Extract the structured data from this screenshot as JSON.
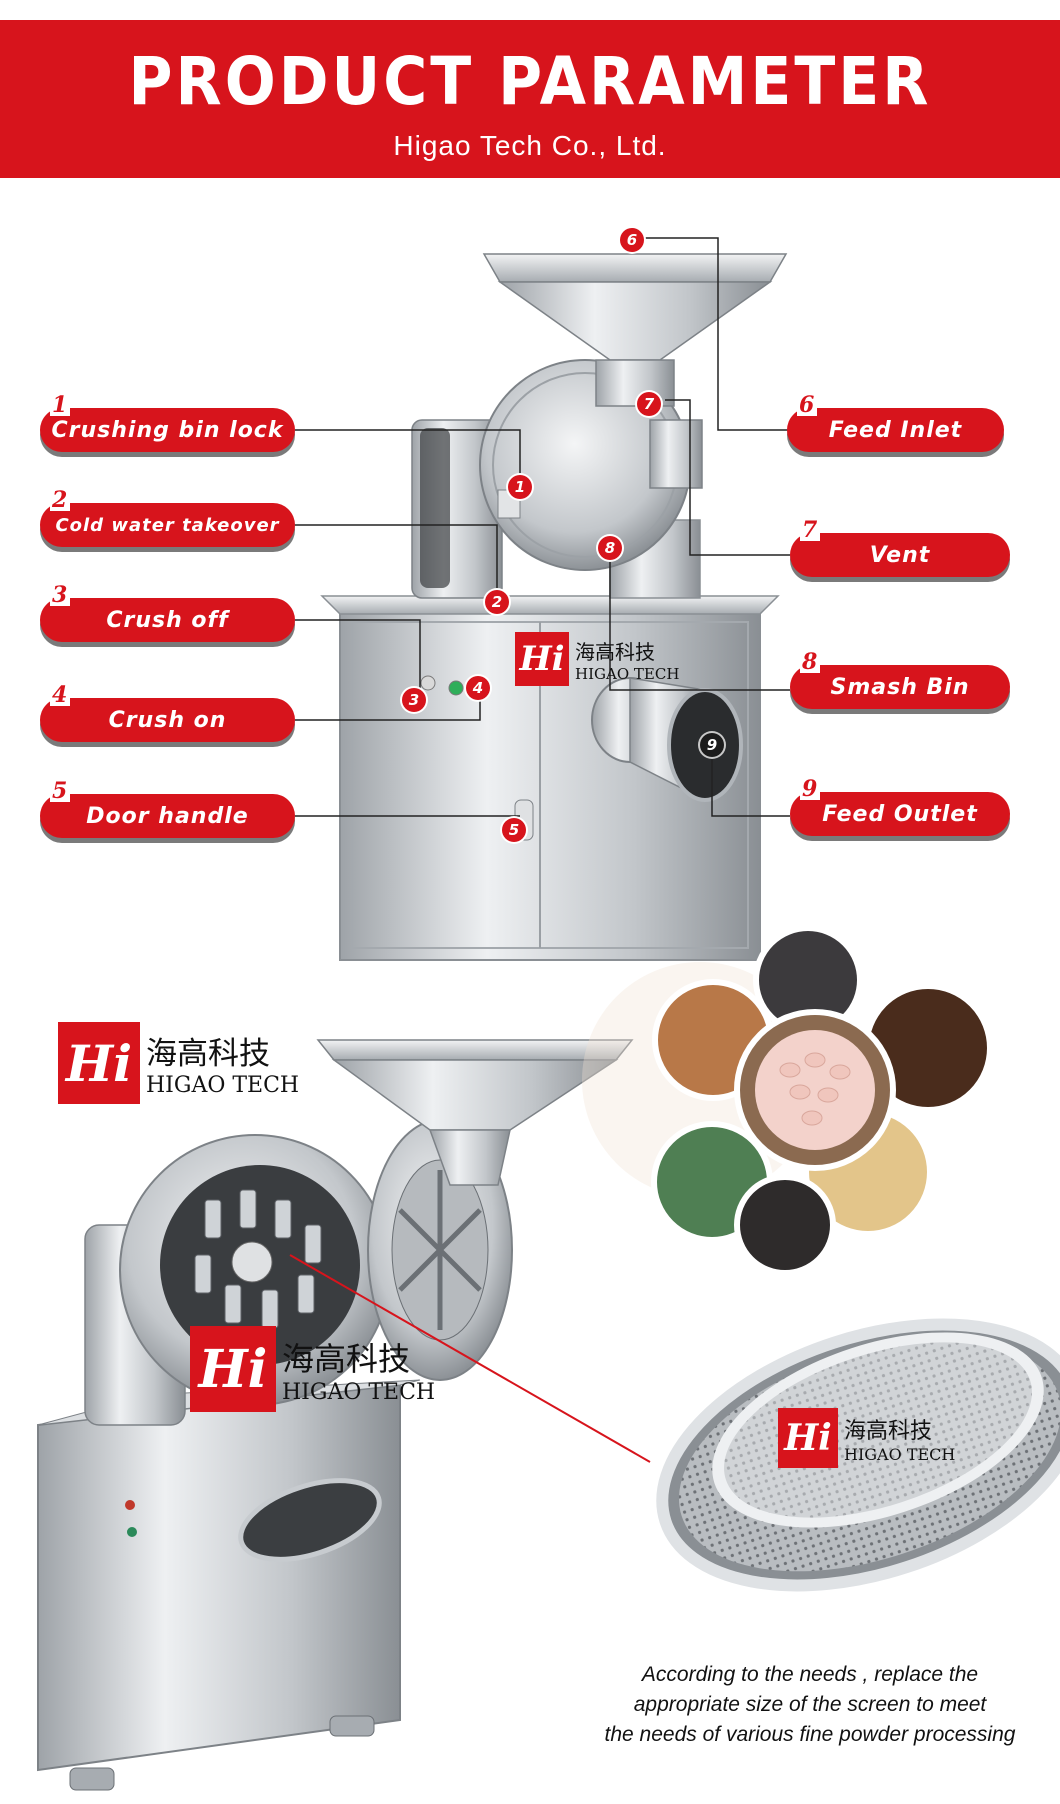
{
  "banner": {
    "title": "PRODUCT PARAMETER",
    "subtitle": "Higao Tech Co., Ltd."
  },
  "callouts": [
    {
      "num": "1",
      "label": "Crushing bin lock"
    },
    {
      "num": "2",
      "label": "Cold water takeover"
    },
    {
      "num": "3",
      "label": "Crush off"
    },
    {
      "num": "4",
      "label": "Crush on"
    },
    {
      "num": "5",
      "label": "Door handle"
    },
    {
      "num": "6",
      "label": "Feed Inlet"
    },
    {
      "num": "7",
      "label": "Vent"
    },
    {
      "num": "8",
      "label": "Smash Bin"
    },
    {
      "num": "9",
      "label": "Feed Outlet"
    }
  ],
  "logo": {
    "mark": "Hi",
    "chinese": "海高科技",
    "english": "HIGAO TECH"
  },
  "caption": {
    "line1": "According to the needs , replace the",
    "line2": "appropriate size of the screen to meet",
    "line3": "the needs of various fine powder processing"
  },
  "colors": {
    "brand_red": "#d7141c",
    "steel": "#c9ccd0"
  }
}
